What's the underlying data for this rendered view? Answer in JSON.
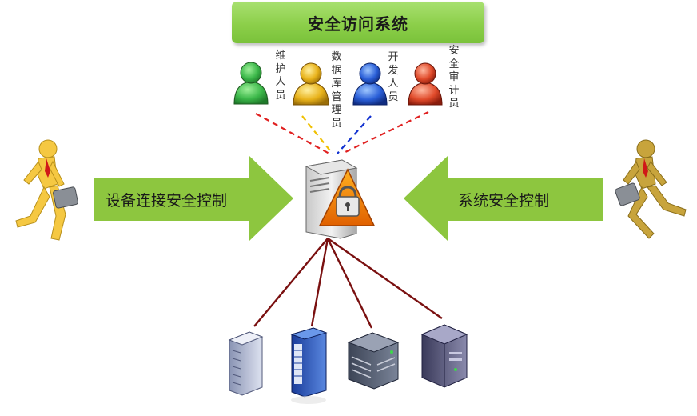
{
  "title": "安全访问系统",
  "roles": [
    {
      "label": "维护人员",
      "color": "#3cb84a",
      "line_color": "#e02020"
    },
    {
      "label": "数据库管理员",
      "color": "#e8b21a",
      "line_color": "#f0c000"
    },
    {
      "label": "开发人员",
      "color": "#2a5fd8",
      "line_color": "#1030d0"
    },
    {
      "label": "安全审计员",
      "color": "#e04a2a",
      "line_color": "#e02020"
    }
  ],
  "left_arrow_label": "设备连接安全控制",
  "right_arrow_label": "系统安全控制",
  "colors": {
    "arrow_green": "#8dc63f",
    "title_green": "#8ccf4a",
    "server_link": "#7a1010",
    "person_left": "#f5c842",
    "person_right": "#c8a43c"
  },
  "icons": [
    "person-icon",
    "gateway-server-lock-icon",
    "tower-server-icon",
    "rack-server-icon",
    "blade-server-icon",
    "storage-server-icon",
    "walking-businessman-icon"
  ]
}
